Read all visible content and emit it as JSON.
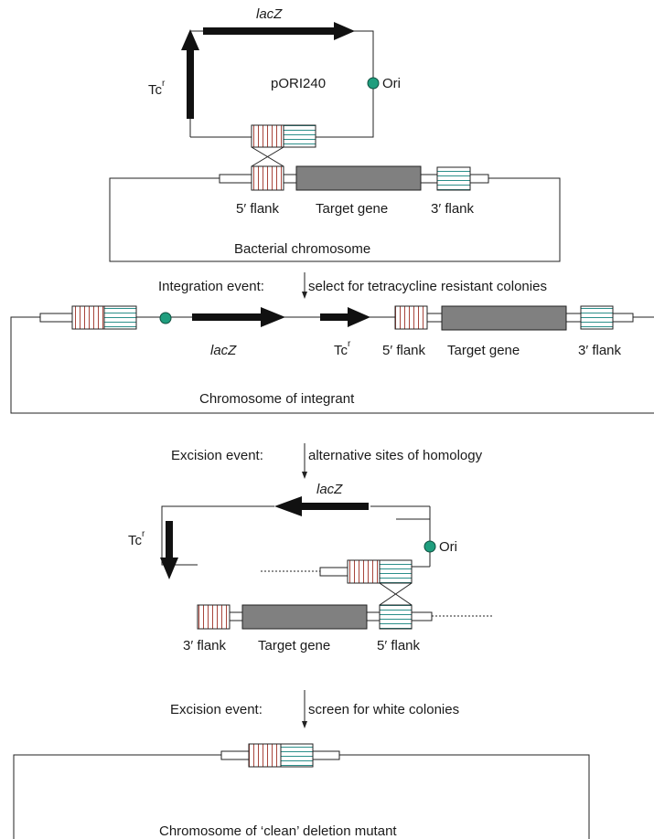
{
  "plasmid": {
    "name": "pORI240",
    "lacz": "lacZ",
    "tc": "Tc",
    "tc_sup": "r",
    "ori": "Ori"
  },
  "labels": {
    "flank5": "5′ flank",
    "flank3": "3′ flank",
    "target": "Target gene",
    "bacterial": "Bacterial chromosome",
    "integrant": "Chromosome of integrant",
    "clean": "Chromosome of ‘clean’ deletion mutant"
  },
  "steps": {
    "s1_left": "Integration event:",
    "s1_right": "select for tetracycline resistant colonies",
    "s2_left": "Excision event:",
    "s2_right": "alternative sites of homology",
    "s3_left": "Excision event:",
    "s3_right": "screen for white colonies"
  },
  "colors": {
    "stripe_red": "#a8463c",
    "stripe_teal": "#2b8f8a",
    "gene_fill": "#808080",
    "ori_fill": "#1f9e7e",
    "arrow": "#111111"
  }
}
